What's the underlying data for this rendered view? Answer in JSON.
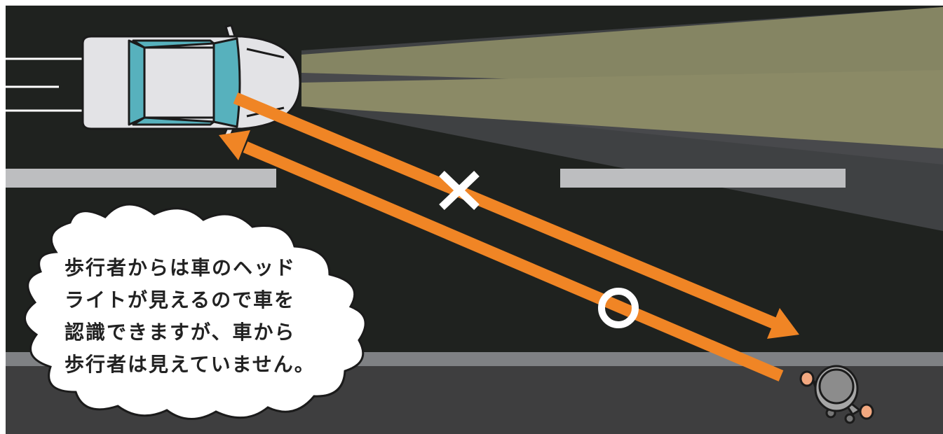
{
  "caption": {
    "lines": [
      "歩行者からは車のヘッド",
      "ライトが見えるので車を",
      "認識できますが、車から",
      "歩行者は見えていません。"
    ]
  },
  "marks": {
    "cross": "×",
    "circle": "○"
  },
  "colors": {
    "night_road": "#1f221f",
    "sidewalk": "#3e3e3f",
    "headlight_beam": "#8b8a66",
    "lane_marking": "#bdbec0",
    "arrow": "#f08525",
    "car_body": "#e3e3e6",
    "windshield": "#57b1bd",
    "pedestrian": "#8c8c8c"
  },
  "icons": [
    "car-icon",
    "pedestrian-icon",
    "cross-icon",
    "circle-icon",
    "speech-bubble"
  ]
}
